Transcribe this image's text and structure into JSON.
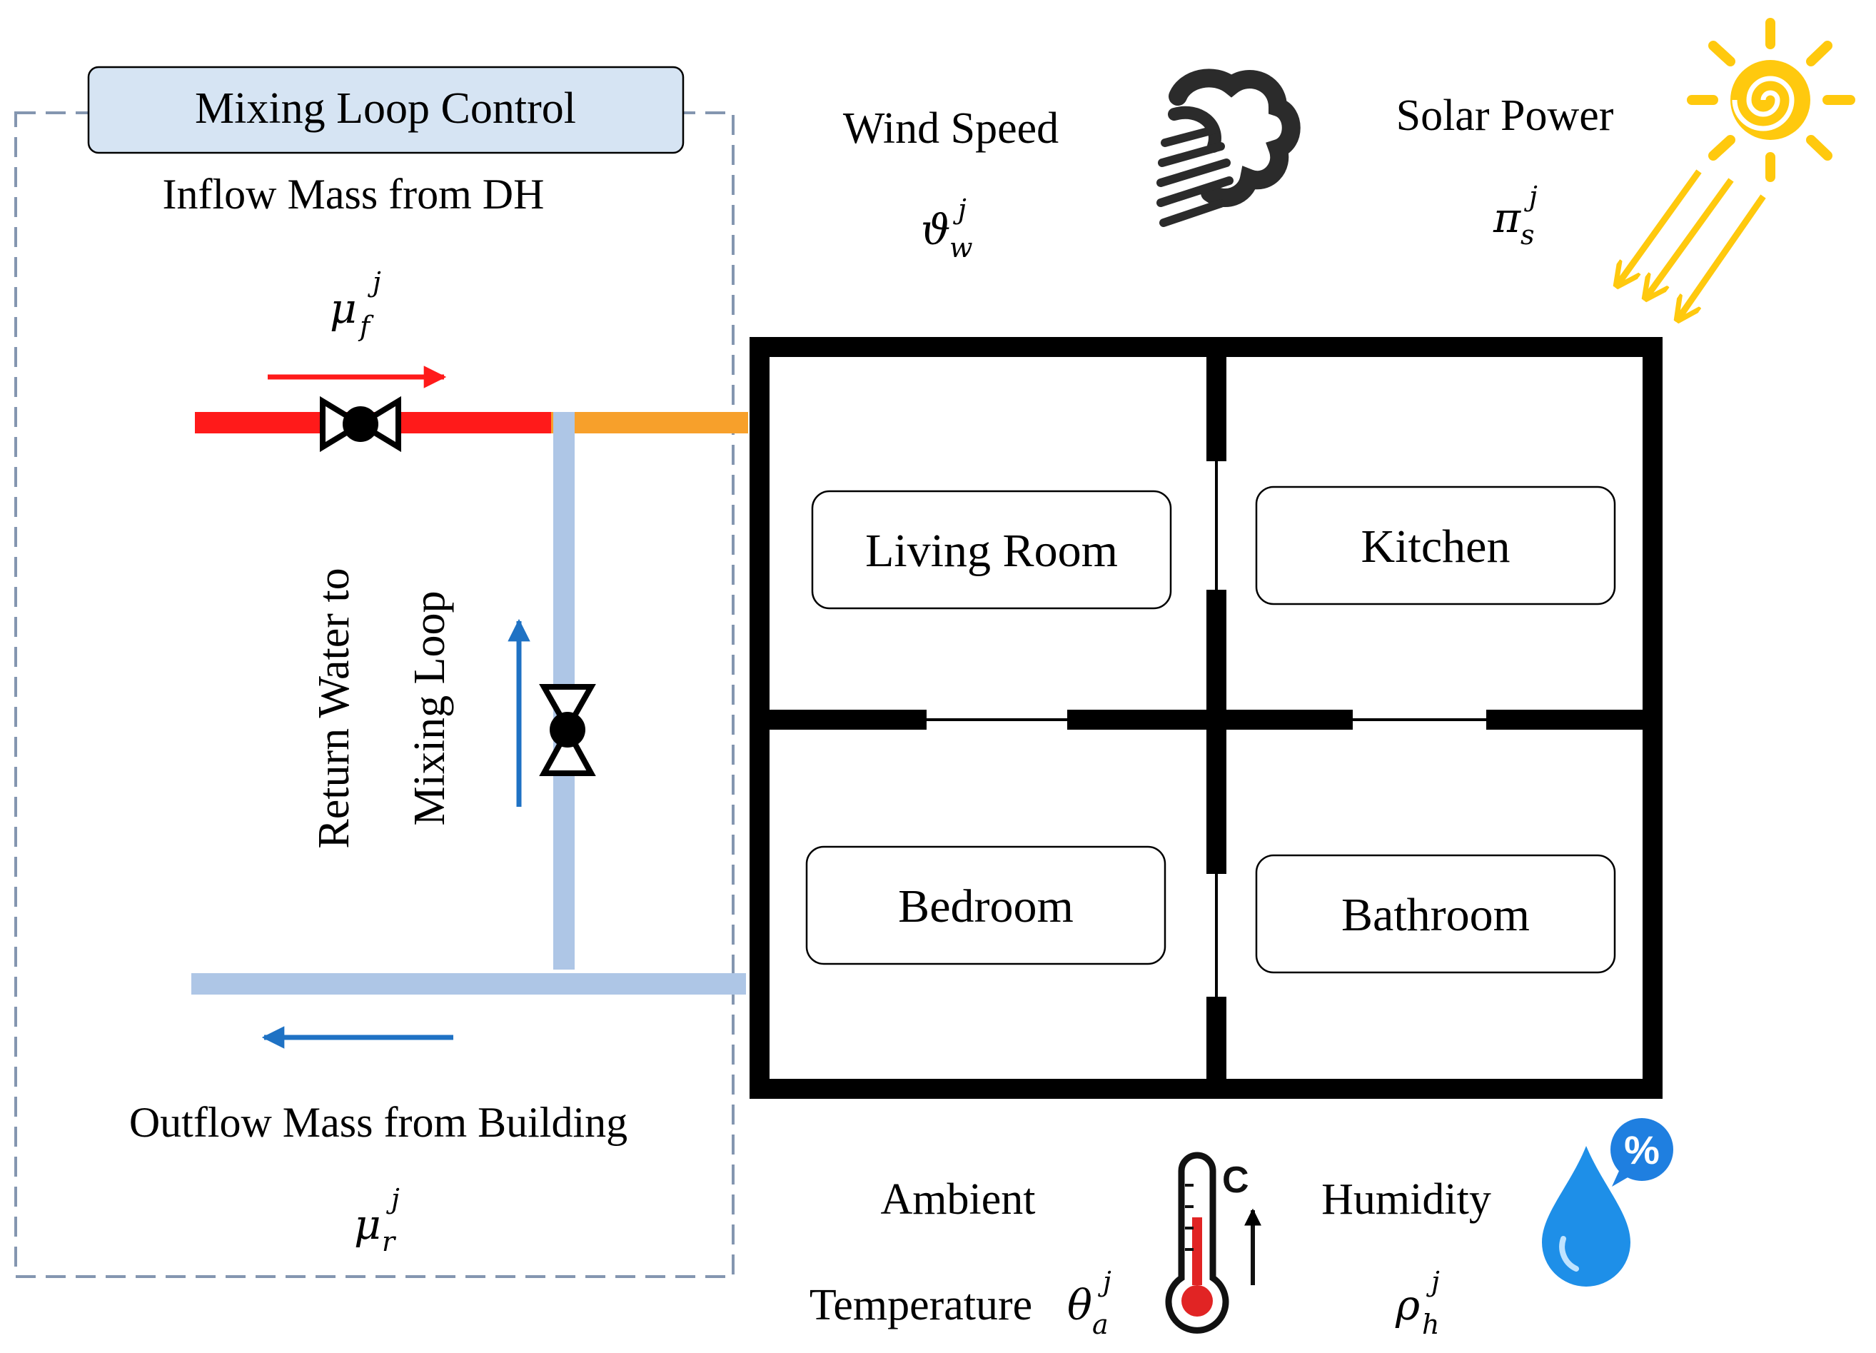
{
  "control_box": {
    "title": "Mixing Loop Control",
    "inflow_label": "Inflow Mass from DH",
    "inflow_symbol": {
      "base": "μ",
      "sub": "f",
      "sup": "j"
    },
    "return_label_line1": "Return Water to",
    "return_label_line2": "Mixing Loop",
    "outflow_label": "Outflow Mass from Building",
    "outflow_symbol": {
      "base": "μ",
      "sub": "r",
      "sup": "j"
    }
  },
  "weather": {
    "wind_label": "Wind Speed",
    "wind_symbol": {
      "base": "ϑ",
      "sub": "w",
      "sup": "j"
    },
    "solar_label": "Solar Power",
    "solar_symbol": {
      "base": "π",
      "sub": "s",
      "sup": "j"
    },
    "ambient_label_line1": "Ambient",
    "ambient_label_line2": "Temperature",
    "ambient_symbol": {
      "base": "θ",
      "sub": "a",
      "sup": "j"
    },
    "humidity_label": "Humidity",
    "humidity_symbol": {
      "base": "ρ",
      "sub": "h",
      "sup": "j"
    },
    "thermometer_unit": "C",
    "humidity_badge": "%"
  },
  "rooms": {
    "living": "Living Room",
    "kitchen": "Kitchen",
    "bedroom": "Bedroom",
    "bathroom": "Bathroom"
  },
  "colors": {
    "hot_pipe": "#ff1a1a",
    "mixed_pipe": "#f7a02b",
    "return_pipe": "#aec6e6",
    "flow_arrow_blue": "#1f72c4",
    "flow_arrow_red": "#ff1a1a",
    "control_header_fill": "#d6e4f3",
    "dashed_border": "#8496b0",
    "sun": "#ffc90e"
  },
  "icons": [
    "valve-icon",
    "wind-cloud-icon",
    "sun-icon",
    "thermometer-icon",
    "humidity-drop-icon"
  ]
}
